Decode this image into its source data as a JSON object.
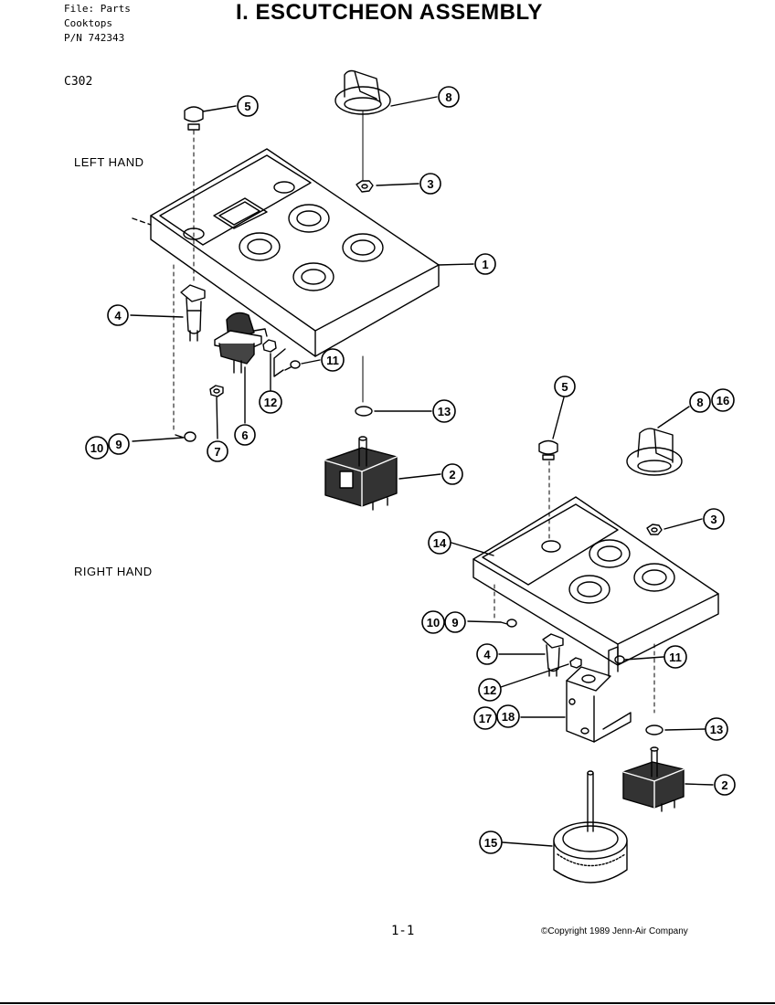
{
  "header": {
    "file_lines": [
      "File: Parts",
      "Cooktops",
      "P/N 742343"
    ],
    "title": "I. ESCUTCHEON ASSEMBLY",
    "model": "C302"
  },
  "sections": {
    "left": "LEFT HAND",
    "right": "RIGHT HAND"
  },
  "callouts": {
    "left": [
      {
        "id": "l5",
        "labels": [
          "5"
        ]
      },
      {
        "id": "l8",
        "labels": [
          "8"
        ]
      },
      {
        "id": "l3",
        "labels": [
          "3"
        ]
      },
      {
        "id": "l1",
        "labels": [
          "1"
        ]
      },
      {
        "id": "l4",
        "labels": [
          "4"
        ]
      },
      {
        "id": "l11",
        "labels": [
          "11"
        ]
      },
      {
        "id": "l12",
        "labels": [
          "12"
        ]
      },
      {
        "id": "l13",
        "labels": [
          "13"
        ]
      },
      {
        "id": "l6",
        "labels": [
          "6"
        ]
      },
      {
        "id": "l7",
        "labels": [
          "7"
        ]
      },
      {
        "id": "l10-9",
        "labels": [
          "10",
          "9"
        ]
      },
      {
        "id": "l2",
        "labels": [
          "2"
        ]
      }
    ],
    "right": [
      {
        "id": "r5",
        "labels": [
          "5"
        ]
      },
      {
        "id": "r8-16",
        "labels": [
          "8",
          "16"
        ]
      },
      {
        "id": "r3",
        "labels": [
          "3"
        ]
      },
      {
        "id": "r14",
        "labels": [
          "14"
        ]
      },
      {
        "id": "r10-9",
        "labels": [
          "10",
          "9"
        ]
      },
      {
        "id": "r4",
        "labels": [
          "4"
        ]
      },
      {
        "id": "r11",
        "labels": [
          "11"
        ]
      },
      {
        "id": "r12",
        "labels": [
          "12"
        ]
      },
      {
        "id": "r17-18",
        "labels": [
          "17",
          "18"
        ]
      },
      {
        "id": "r13",
        "labels": [
          "13"
        ]
      },
      {
        "id": "r2",
        "labels": [
          "2"
        ]
      },
      {
        "id": "r15",
        "labels": [
          "15"
        ]
      }
    ]
  },
  "footer": {
    "page": "1-1",
    "copyright": "©Copyright 1989 Jenn-Air Company"
  }
}
